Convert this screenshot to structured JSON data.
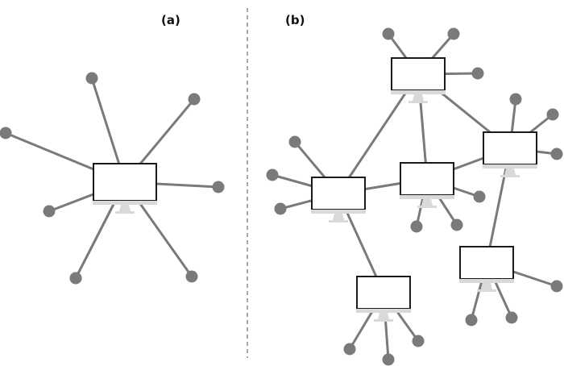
{
  "panels": [
    {
      "label": "(a)",
      "hubs": [
        "hub-a"
      ],
      "hub_links": [],
      "leaves": [
        {
          "hub": "hub-a"
        },
        {
          "hub": "hub-a"
        },
        {
          "hub": "hub-a"
        },
        {
          "hub": "hub-a"
        },
        {
          "hub": "hub-a"
        },
        {
          "hub": "hub-a"
        },
        {
          "hub": "hub-a"
        },
        {
          "hub": "hub-a"
        }
      ]
    },
    {
      "label": "(b)",
      "hubs": [
        "top",
        "left",
        "center",
        "right",
        "bottom",
        "lower-right"
      ],
      "hub_links": [
        [
          "top",
          "left"
        ],
        [
          "top",
          "center"
        ],
        [
          "top",
          "right"
        ],
        [
          "left",
          "center"
        ],
        [
          "center",
          "right"
        ],
        [
          "left",
          "bottom"
        ],
        [
          "right",
          "lower-right"
        ]
      ],
      "leaves": [
        {
          "hub": "top"
        },
        {
          "hub": "top"
        },
        {
          "hub": "top"
        },
        {
          "hub": "left"
        },
        {
          "hub": "left"
        },
        {
          "hub": "left"
        },
        {
          "hub": "center"
        },
        {
          "hub": "center"
        },
        {
          "hub": "center"
        },
        {
          "hub": "right"
        },
        {
          "hub": "right"
        },
        {
          "hub": "right"
        },
        {
          "hub": "bottom"
        },
        {
          "hub": "bottom"
        },
        {
          "hub": "bottom"
        },
        {
          "hub": "lower-right"
        },
        {
          "hub": "lower-right"
        },
        {
          "hub": "lower-right"
        }
      ]
    }
  ],
  "colors": {
    "edge": "#7a7a7a",
    "leaf": "#7a7a7a",
    "monitor_frame": "#1a1a1a",
    "monitor_screen": "#ffffff",
    "monitor_stand": "#d9d9d9"
  },
  "icons": {
    "hub": "computer-monitor-icon",
    "leaf": "node-dot-icon"
  }
}
